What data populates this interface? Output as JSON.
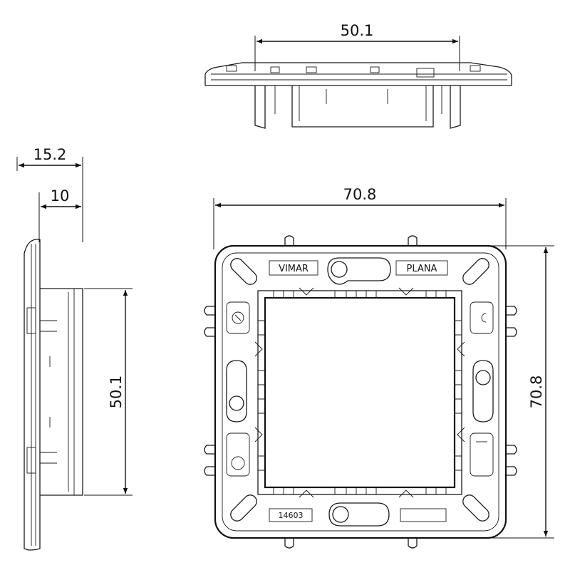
{
  "drawing": {
    "dimensions": {
      "top_width": "50.1",
      "front_width": "70.8",
      "front_height": "70.8",
      "side_depth_total": "15.2",
      "side_depth_body": "10",
      "side_height": "50.1"
    },
    "markings": {
      "brand_left": "VIMAR",
      "brand_right": "PLANA",
      "article_code": "14603"
    }
  }
}
